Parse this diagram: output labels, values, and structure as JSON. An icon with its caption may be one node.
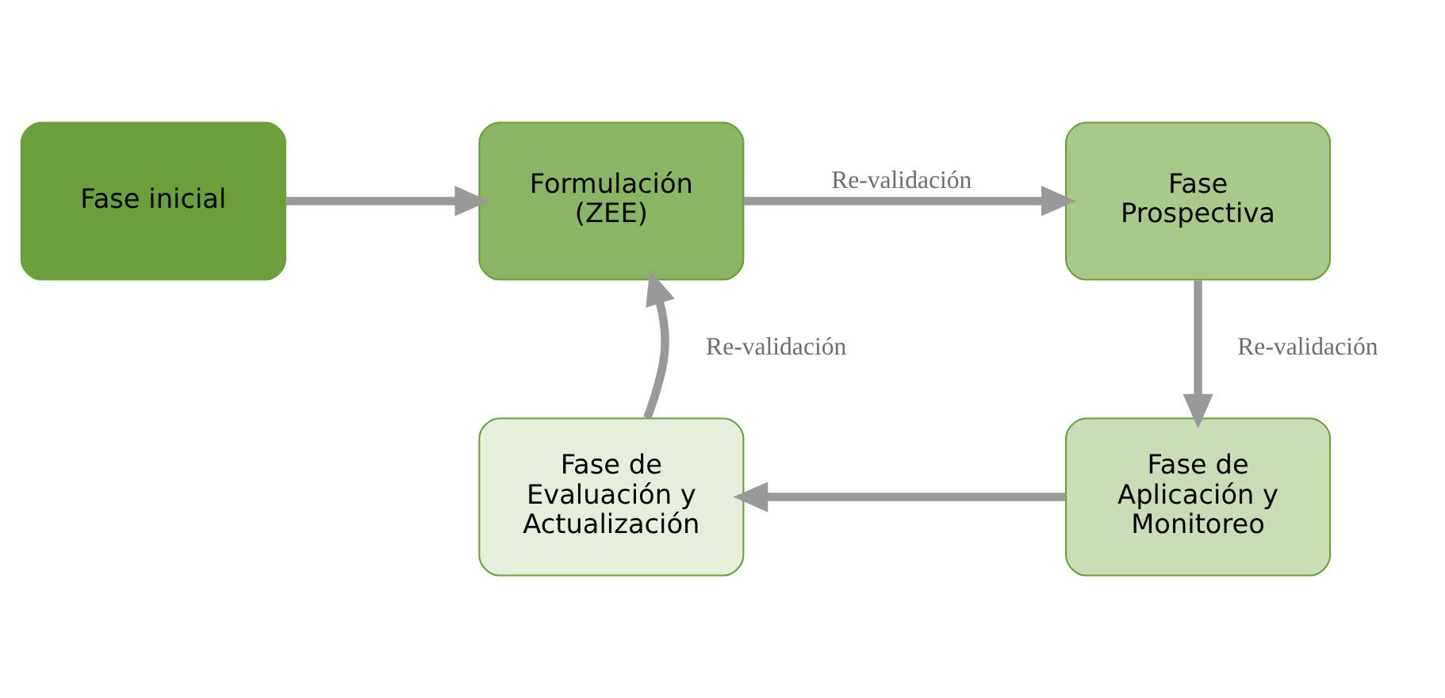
{
  "diagram": {
    "nodes": [
      {
        "text": [
          "Fase inicial"
        ]
      },
      {
        "text": [
          "Formulación (ZEE)"
        ]
      },
      {
        "text": [
          "Fase Prospectiva"
        ]
      },
      {
        "text": [
          "Fase de Aplicación y Monitoreo"
        ]
      },
      {
        "text": [
          "Fase de Evaluación y Actualización"
        ]
      }
    ],
    "edges": [
      {
        "from": 0,
        "to": 1,
        "arrow": "to"
      },
      {
        "from": 1,
        "to": 2,
        "arrow": "to",
        "label": "Re-validación"
      },
      {
        "from": 2,
        "to": 3,
        "arrow": "to",
        "label": "Re-validación"
      },
      {
        "from": 3,
        "to": 4,
        "arrow": "to"
      },
      {
        "from": 4,
        "to": 1,
        "arrow": "to",
        "label": "Re-validación"
      }
    ]
  }
}
